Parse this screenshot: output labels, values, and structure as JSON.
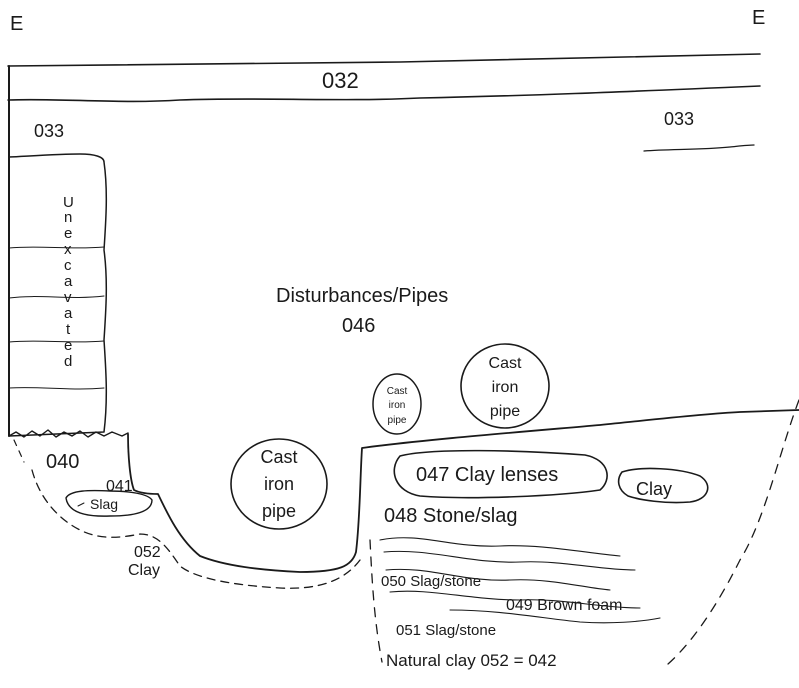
{
  "orientation": {
    "left": "E",
    "right": "E"
  },
  "contexts": {
    "c032": "032",
    "c033_left": "033",
    "c033_right": "033",
    "c040": "040",
    "c041": "041",
    "c041_note": "Slag",
    "c046_desc": "Disturbances/Pipes",
    "c046": "046",
    "c047": "047 Clay lenses",
    "clay_note": "Clay",
    "c048": "048 Stone/slag",
    "c049": "049  Brown foam",
    "c050": "050  Slag/stone",
    "c051": "051 Slag/stone",
    "c052_number": "052",
    "c052_desc": "Clay",
    "natural_clay": "Natural clay 052 = 042"
  },
  "unexcavated_letters": [
    "U",
    "n",
    "e",
    "x",
    "c",
    "a",
    "v",
    "a",
    "t",
    "e",
    "d"
  ],
  "pipes": {
    "large_left": [
      "Cast",
      "iron",
      "pipe"
    ],
    "small": [
      "Cast",
      "iron",
      "pipe"
    ],
    "upper_right": [
      "Cast",
      "iron",
      "pipe"
    ]
  }
}
